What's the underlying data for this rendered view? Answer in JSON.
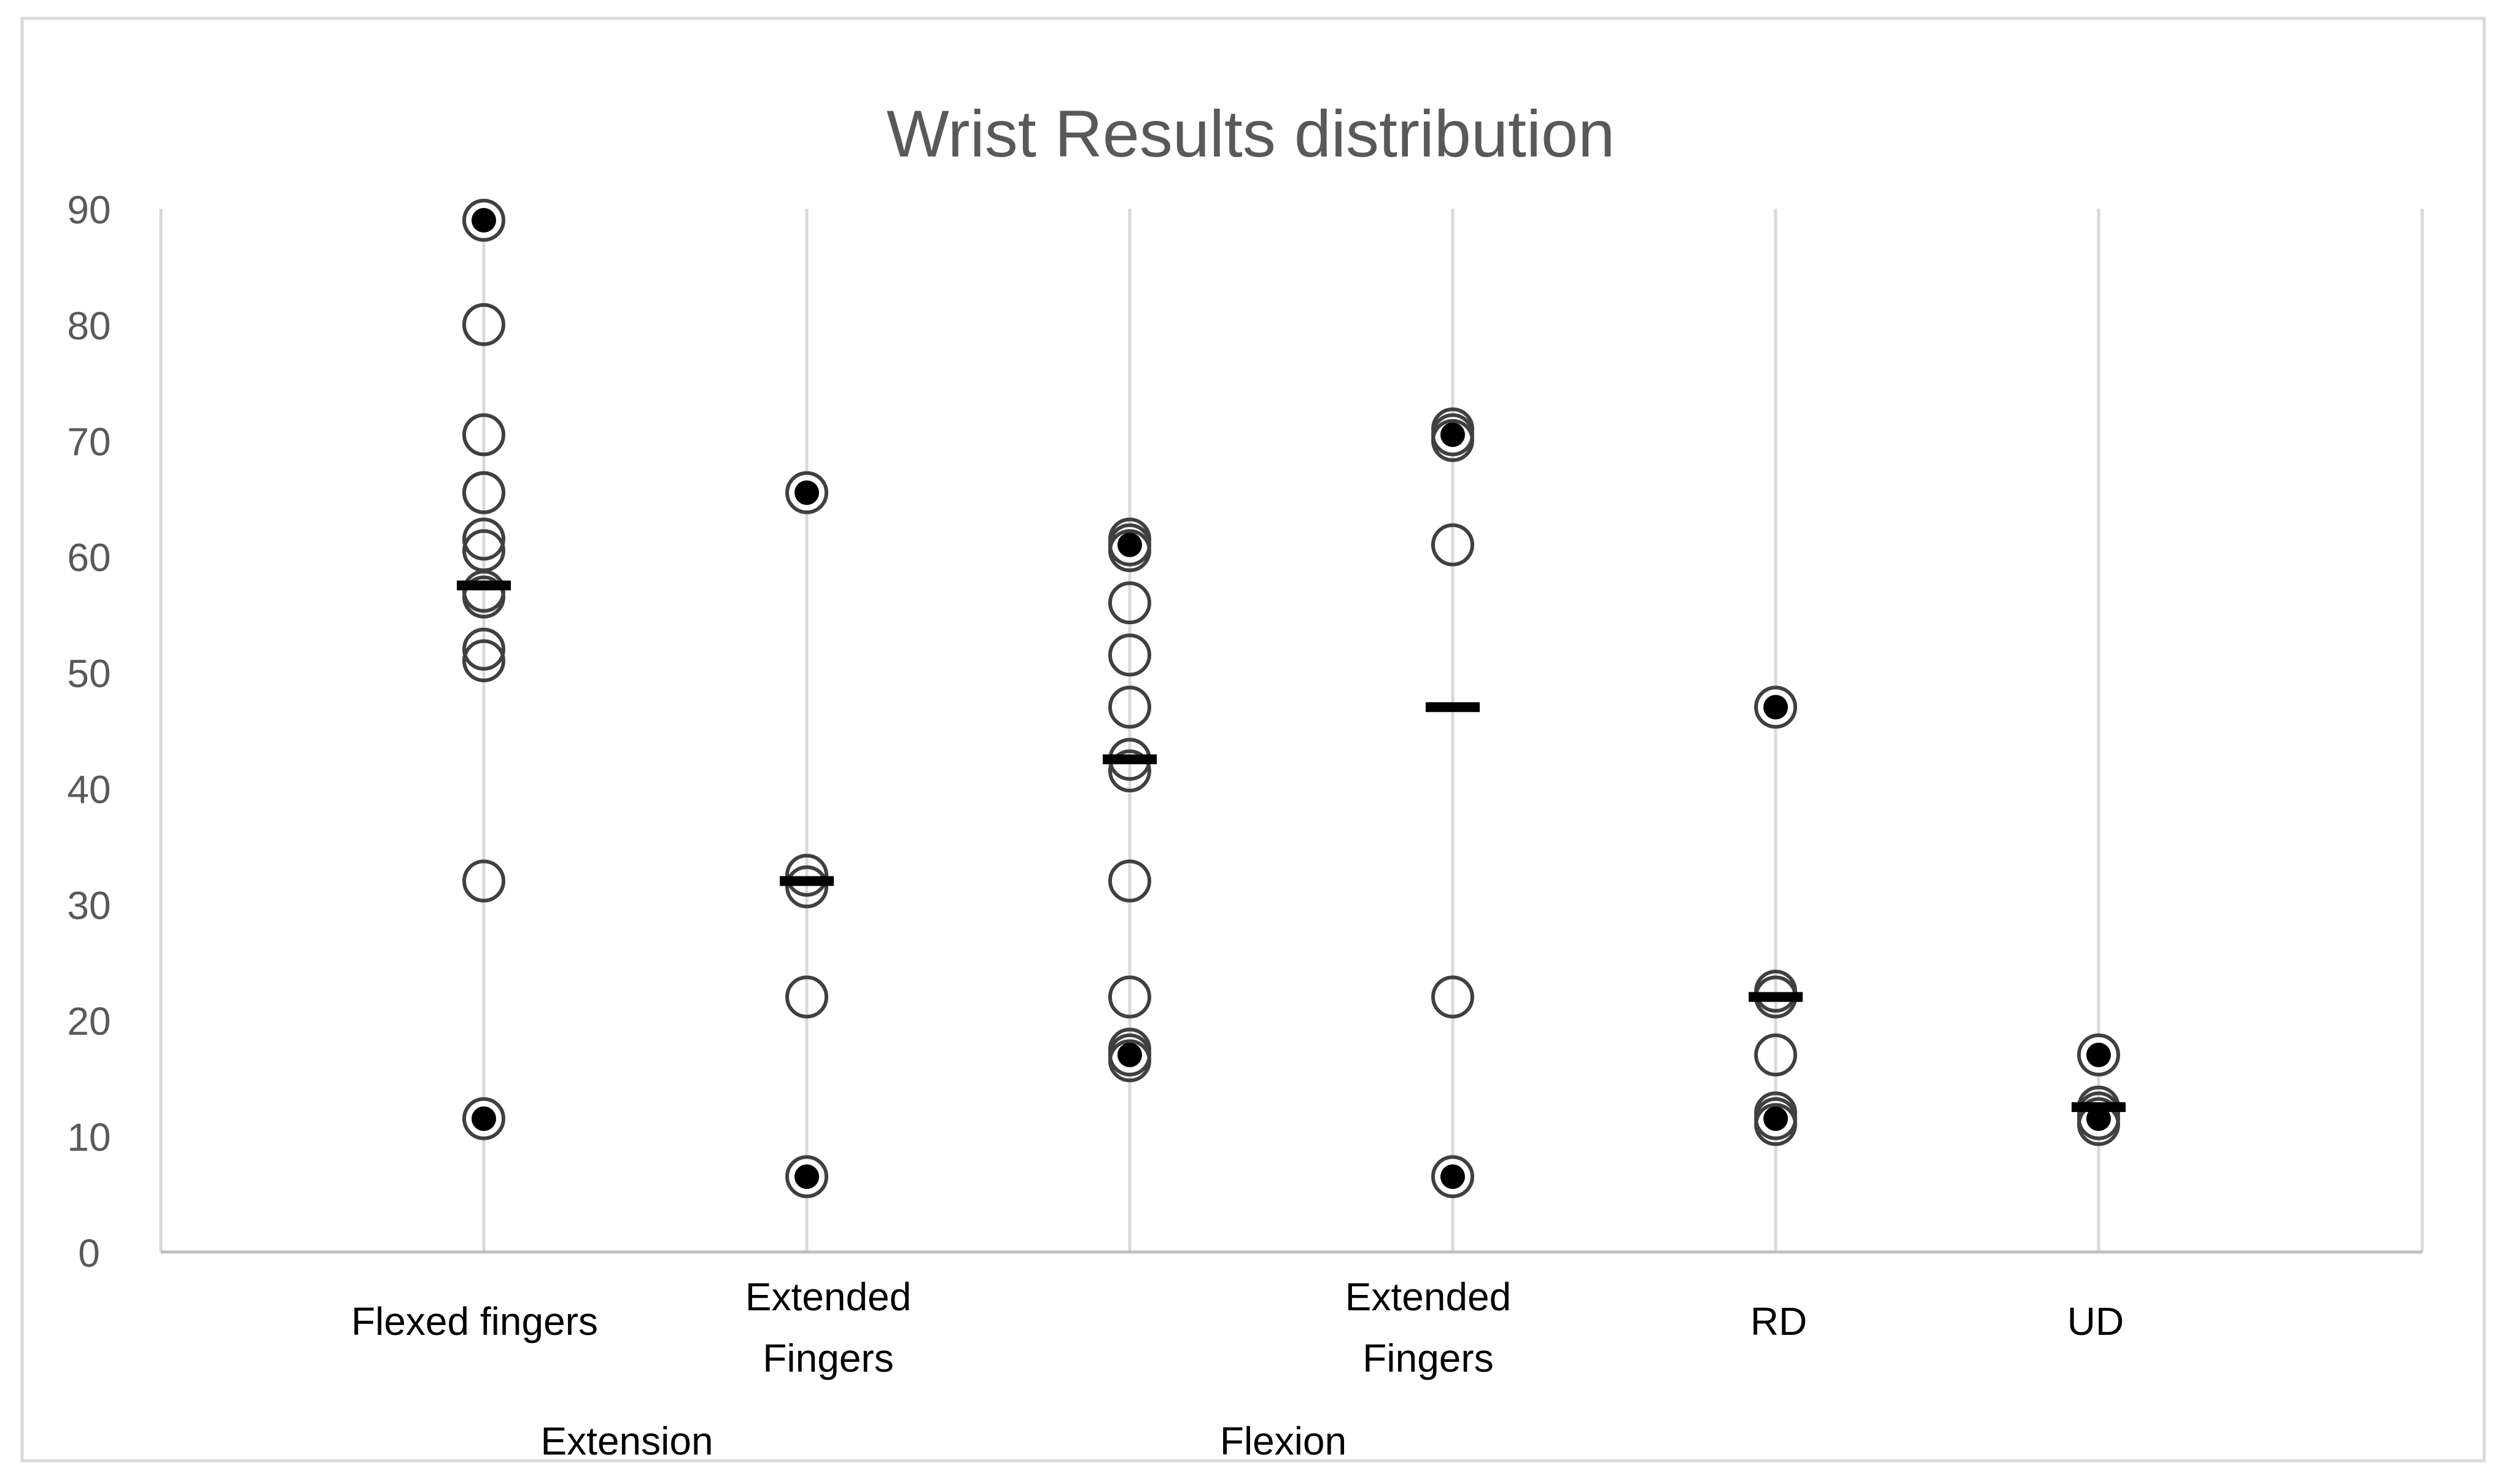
{
  "chart_data": {
    "type": "scatter",
    "title": "Wrist Results distribution",
    "ylim": [
      0,
      90
    ],
    "yticks": [
      "0",
      "10",
      "20",
      "30",
      "40",
      "50",
      "60",
      "70",
      "80",
      "90"
    ],
    "grid": "vertical",
    "categories": [
      {
        "label_lines": [
          "Flexed fingers"
        ]
      },
      {
        "label_lines": [
          "Extended",
          "Fingers"
        ]
      },
      {
        "label_lines": []
      },
      {
        "label_lines": [
          "Extended",
          "Fingers"
        ]
      },
      {
        "label_lines": [
          "RD"
        ]
      },
      {
        "label_lines": [
          "UD"
        ]
      }
    ],
    "groups": [
      {
        "label": "Extension",
        "categories": [
          0,
          1
        ]
      },
      {
        "label": "Flexion",
        "categories": [
          2,
          3
        ]
      }
    ],
    "points": [
      [
        {
          "y": 89,
          "filled": true
        },
        {
          "y": 80,
          "filled": false
        },
        {
          "y": 70.5,
          "filled": false
        },
        {
          "y": 65.5,
          "filled": false
        },
        {
          "y": 65.5,
          "filled": false
        },
        {
          "y": 61.5,
          "filled": false
        },
        {
          "y": 60.5,
          "filled": false
        },
        {
          "y": 57,
          "filled": false
        },
        {
          "y": 56.5,
          "filled": false
        },
        {
          "y": 52,
          "filled": false
        },
        {
          "y": 51,
          "filled": false
        },
        {
          "y": 32,
          "filled": false
        },
        {
          "y": 11.5,
          "filled": true
        }
      ],
      [
        {
          "y": 65.5,
          "filled": true
        },
        {
          "y": 32.5,
          "filled": false
        },
        {
          "y": 31.5,
          "filled": false
        },
        {
          "y": 22,
          "filled": false
        },
        {
          "y": 6.5,
          "filled": true
        }
      ],
      [
        {
          "y": 61.5,
          "filled": false
        },
        {
          "y": 61,
          "filled": true
        },
        {
          "y": 60.5,
          "filled": false
        },
        {
          "y": 56,
          "filled": false
        },
        {
          "y": 51.5,
          "filled": false
        },
        {
          "y": 47,
          "filled": false
        },
        {
          "y": 42.5,
          "filled": false
        },
        {
          "y": 41.5,
          "filled": false
        },
        {
          "y": 32,
          "filled": false
        },
        {
          "y": 22,
          "filled": false
        },
        {
          "y": 17.5,
          "filled": false
        },
        {
          "y": 17,
          "filled": true
        },
        {
          "y": 16.5,
          "filled": false
        }
      ],
      [
        {
          "y": 71,
          "filled": false
        },
        {
          "y": 70.5,
          "filled": true
        },
        {
          "y": 70,
          "filled": false
        },
        {
          "y": 61,
          "filled": false
        },
        {
          "y": 22,
          "filled": false
        },
        {
          "y": 6.5,
          "filled": true
        }
      ],
      [
        {
          "y": 47,
          "filled": true
        },
        {
          "y": 22.5,
          "filled": false
        },
        {
          "y": 22,
          "filled": false
        },
        {
          "y": 17,
          "filled": false
        },
        {
          "y": 12,
          "filled": false
        },
        {
          "y": 11.5,
          "filled": true
        },
        {
          "y": 11,
          "filled": false
        }
      ],
      [
        {
          "y": 17,
          "filled": true
        },
        {
          "y": 12.5,
          "filled": false
        },
        {
          "y": 12,
          "filled": false
        },
        {
          "y": 11.5,
          "filled": true
        },
        {
          "y": 11,
          "filled": false
        }
      ]
    ],
    "medians": [
      57.5,
      32,
      42.5,
      47,
      22,
      12.5
    ]
  }
}
